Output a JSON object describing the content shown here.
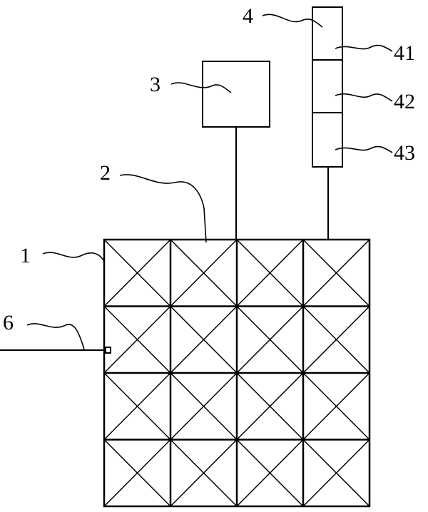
{
  "labels": {
    "grid": "1",
    "cell": "2",
    "box": "3",
    "stack": "4",
    "stack_top": "41",
    "stack_middle": "42",
    "stack_bottom": "43",
    "wire": "6"
  },
  "grid": {
    "rows": 4,
    "cols": 4
  },
  "stack": {
    "segments": 3
  },
  "colors": {
    "line": "#000000",
    "background": "#ffffff"
  }
}
